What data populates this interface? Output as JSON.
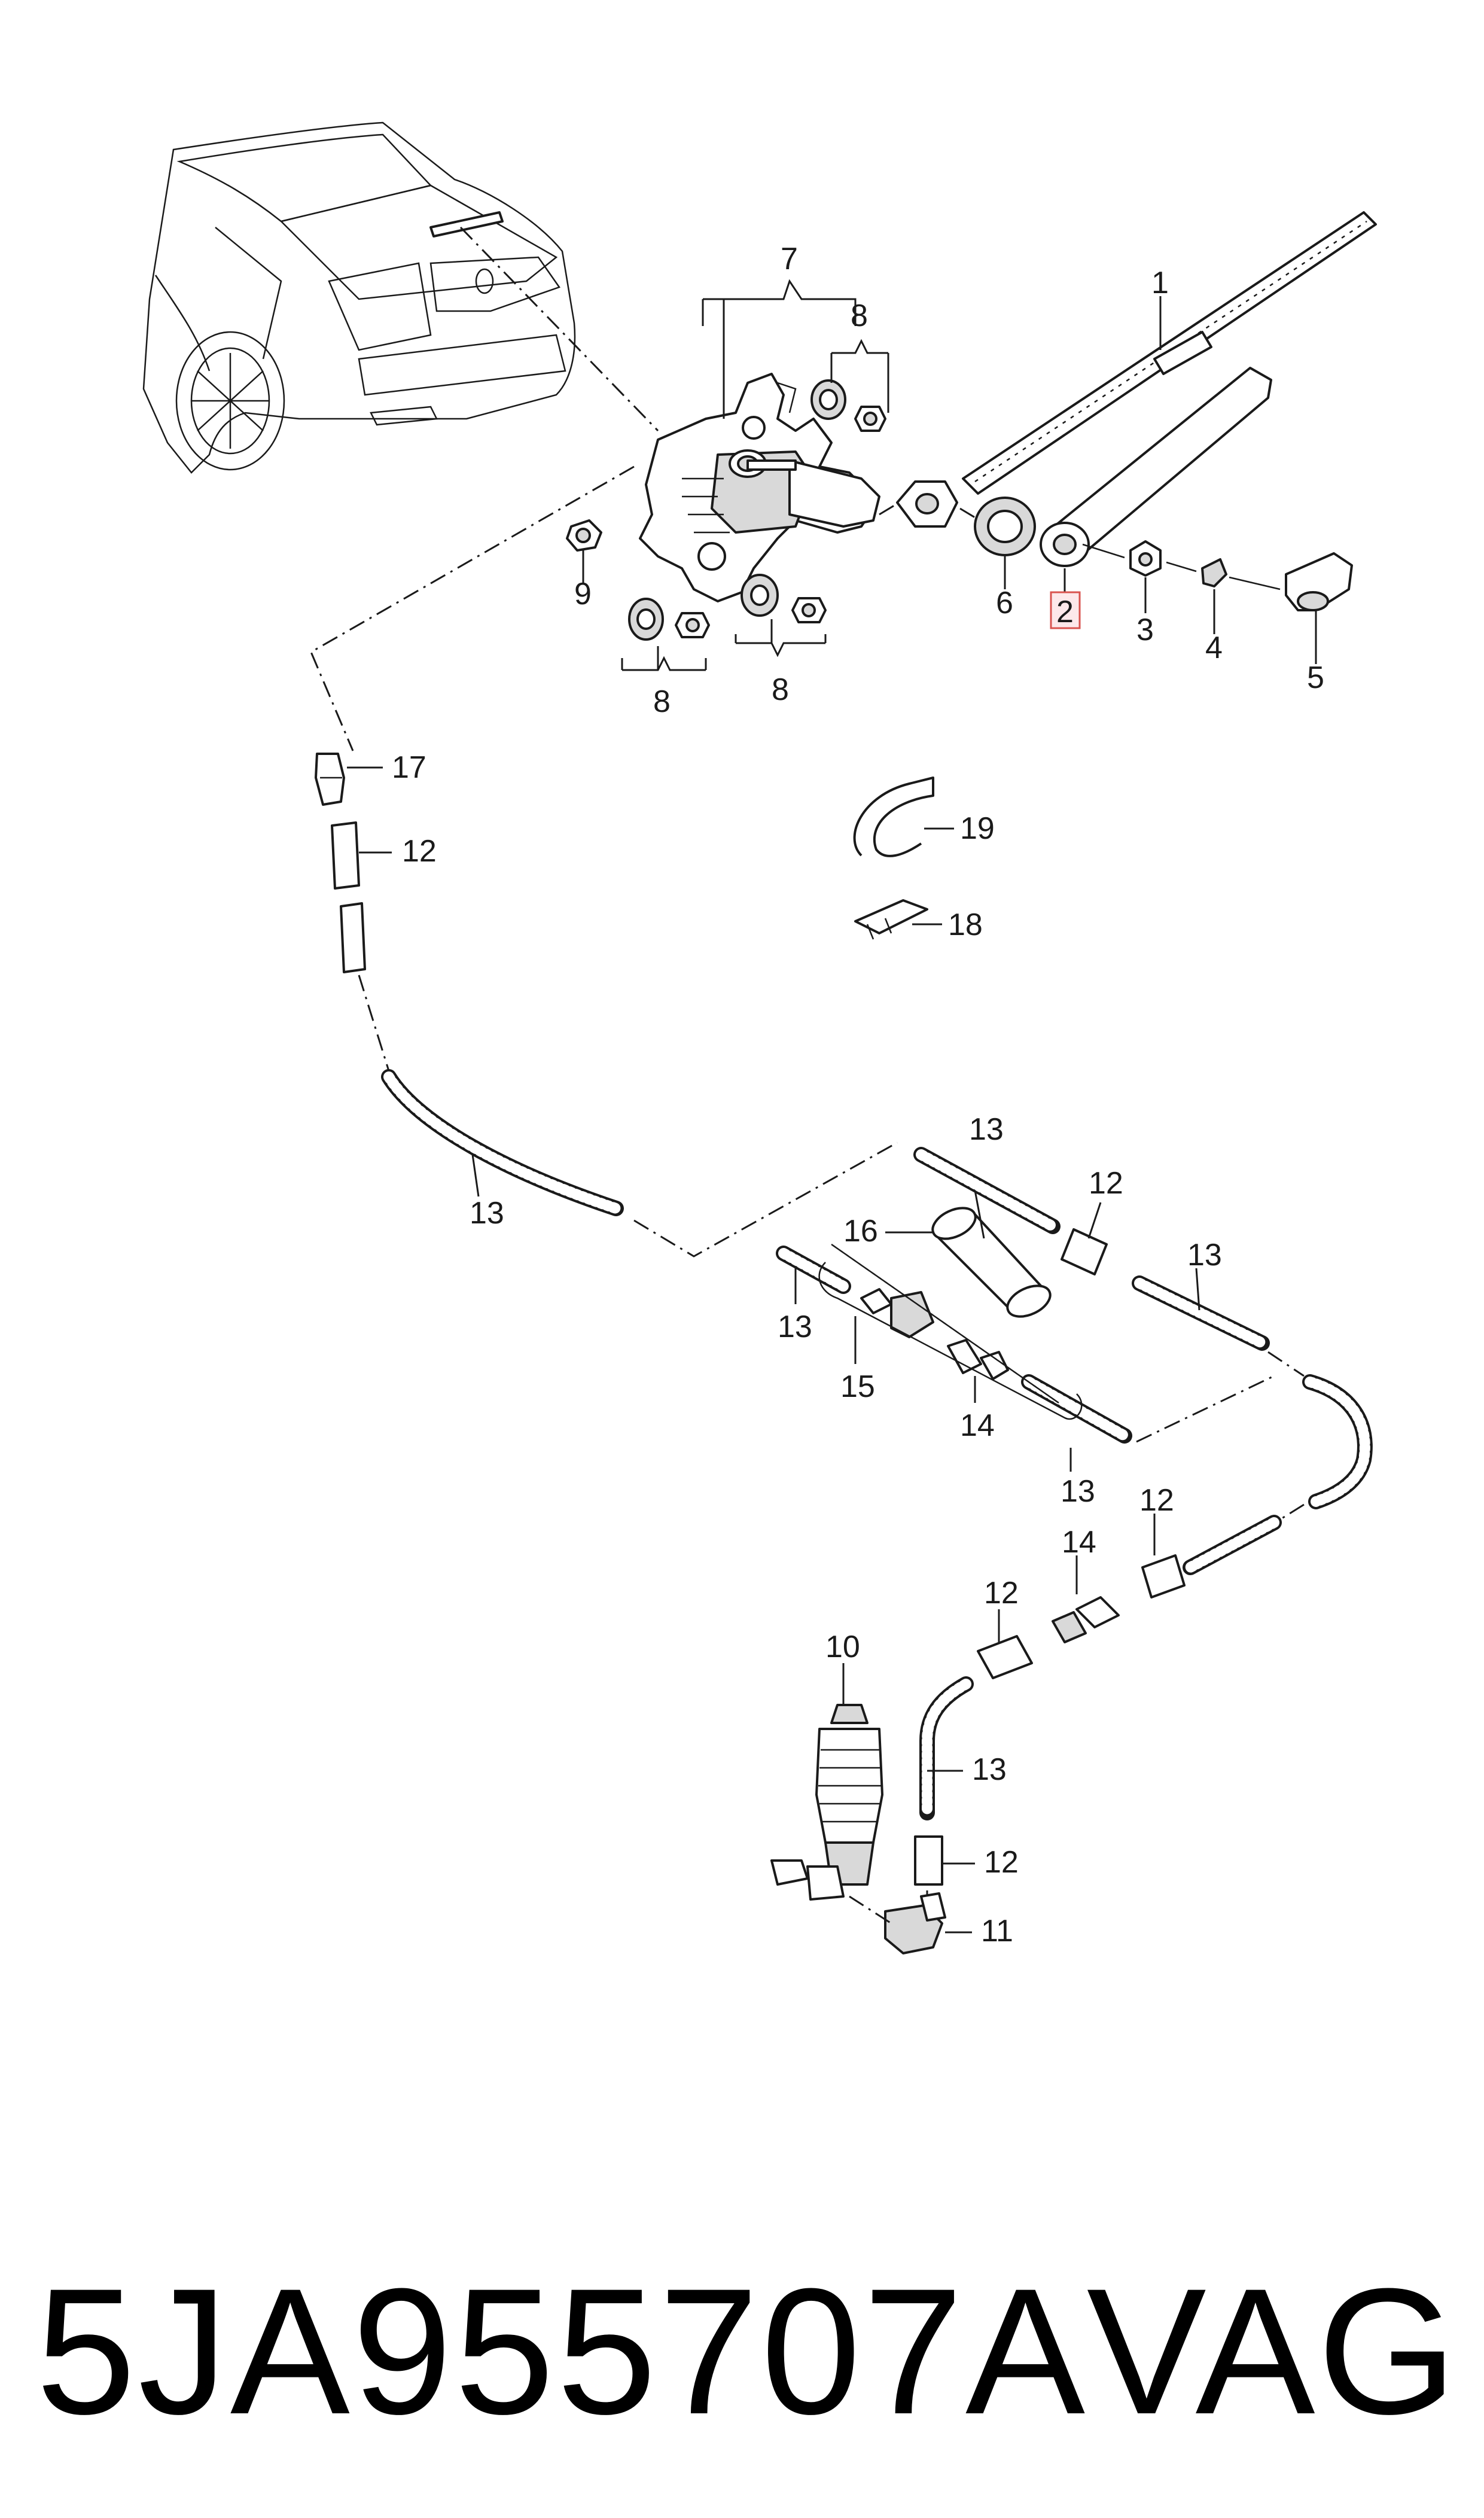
{
  "diagram": {
    "callouts": {
      "c1": "1",
      "c2": "2",
      "c3": "3",
      "c4": "4",
      "c5": "5",
      "c6": "6",
      "c7": "7",
      "c8a": "8",
      "c8b": "8",
      "c8c": "8",
      "c9": "9",
      "c10": "10",
      "c11": "11",
      "c12a": "12",
      "c12b": "12",
      "c12c": "12",
      "c12d": "12",
      "c12e": "12",
      "c13a": "13",
      "c13b": "13",
      "c13c": "13",
      "c13d": "13",
      "c13e": "13",
      "c13f": "13",
      "c14a": "14",
      "c14b": "14",
      "c15": "15",
      "c16": "16",
      "c17": "17",
      "c18": "18",
      "c19": "19"
    },
    "highlighted_callout": "2",
    "highlight_color": "#d9534f"
  },
  "footer": {
    "part_number": "5JA955707A",
    "brand": "VAG"
  }
}
